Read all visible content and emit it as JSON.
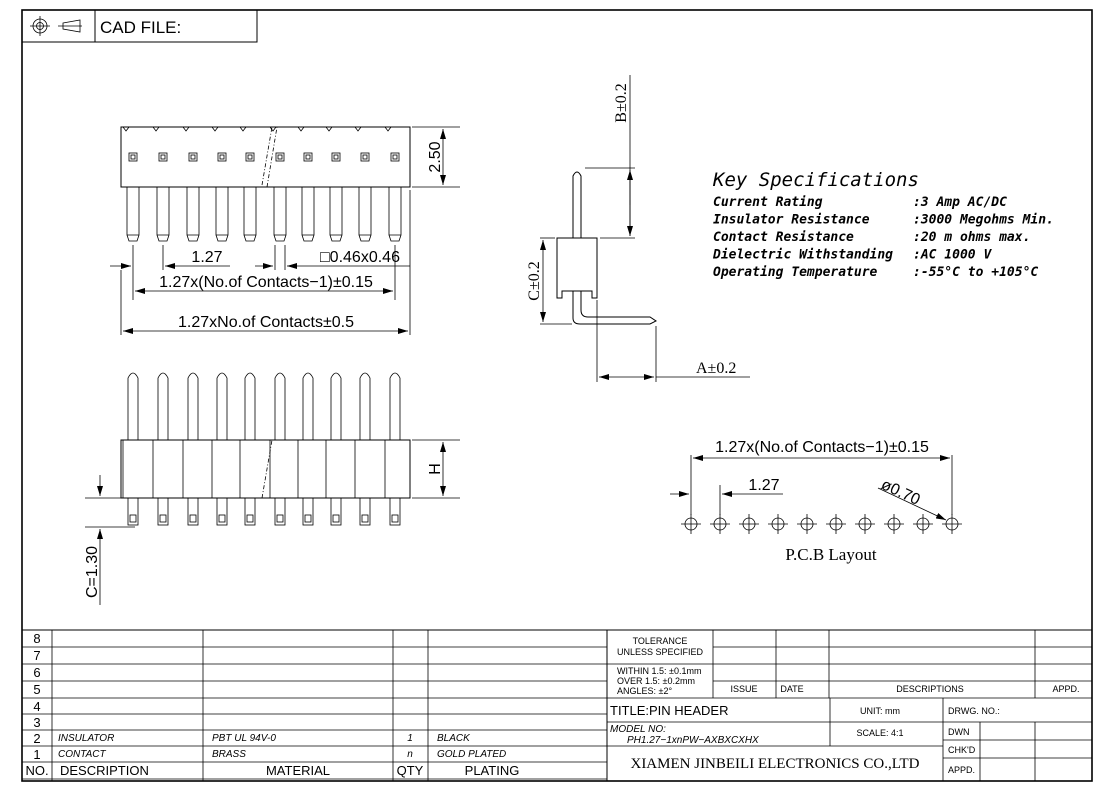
{
  "cad_box": {
    "label": "CAD FILE:",
    "icons": [
      "target-crosshair-icon",
      "projection-cone-icon"
    ]
  },
  "top_view": {
    "height_dim": "2.50",
    "pitch_dim": "1.27",
    "pin_size_dim": "□0.46x0.46",
    "span_dim": "1.27x(No.of Contacts−1)±0.15",
    "overall_dim": "1.27xNo.of Contacts±0.5"
  },
  "front_view": {
    "height_dim": "H",
    "tail_dim": "C=1.30"
  },
  "side_view": {
    "b_dim": "B±0.2",
    "c_dim": "C±0.2",
    "a_dim": "A±0.2",
    "accent_color": "#b5651d"
  },
  "specs": {
    "title": "Key Specifications",
    "rows": [
      {
        "label": "Current Rating",
        "value": ":3 Amp AC/DC"
      },
      {
        "label": "Insulator Resistance",
        "value": ":3000 Megohms Min."
      },
      {
        "label": "Contact Resistance",
        "value": ":20 m ohms max."
      },
      {
        "label": "Dielectric Withstanding",
        "value": ":AC 1000 V"
      },
      {
        "label": "Operating Temperature",
        "value": ":-55°C  to  +105°C"
      }
    ]
  },
  "pcb_layout": {
    "span_dim": "1.27x(No.of Contacts−1)±0.15",
    "pitch_dim": "1.27",
    "hole_dim": "ø0.70",
    "caption": "P.C.B Layout",
    "caption_color": "#2b4f7e"
  },
  "bom": {
    "headers": {
      "no": "NO.",
      "description": "DESCRIPTION",
      "material": "MATERIAL",
      "qty": "QTY",
      "plating": "PLATING"
    },
    "rows": [
      {
        "no": "8",
        "description": "",
        "material": "",
        "qty": "",
        "plating": ""
      },
      {
        "no": "7",
        "description": "",
        "material": "",
        "qty": "",
        "plating": ""
      },
      {
        "no": "6",
        "description": "",
        "material": "",
        "qty": "",
        "plating": ""
      },
      {
        "no": "5",
        "description": "",
        "material": "",
        "qty": "",
        "plating": ""
      },
      {
        "no": "4",
        "description": "",
        "material": "",
        "qty": "",
        "plating": ""
      },
      {
        "no": "3",
        "description": "",
        "material": "",
        "qty": "",
        "plating": ""
      },
      {
        "no": "2",
        "description": "INSULATOR",
        "material": "PBT UL 94V-0",
        "qty": "1",
        "plating": "BLACK"
      },
      {
        "no": "1",
        "description": "CONTACT",
        "material": "BRASS",
        "qty": "n",
        "plating": "GOLD PLATED"
      }
    ]
  },
  "title_block": {
    "tolerance_title": [
      "TOLERANCE",
      "UNLESS SPECIFIED"
    ],
    "tolerance_values": [
      "WITHIN 1.5: ±0.1mm",
      "OVER 1.5:  ±0.2mm",
      "ANGLES: ±2°"
    ],
    "revision_headers": {
      "issue": "ISSUE",
      "date": "DATE",
      "descriptions": "DESCRIPTIONS",
      "appd": "APPD."
    },
    "title": "TITLE:PIN  HEADER",
    "unit": "UNIT: mm",
    "drawing_no": "DRWG.  NO.:",
    "model_label": "MODEL  NO:",
    "model_value": "PH1.27−1xnPW−AXBXCXHX",
    "scale": "SCALE: 4:1",
    "dwn": "DWN",
    "chkd": "CHK'D",
    "appd": "APPD.",
    "company": "XIAMEN JINBEILI ELECTRONICS CO.,LTD"
  }
}
